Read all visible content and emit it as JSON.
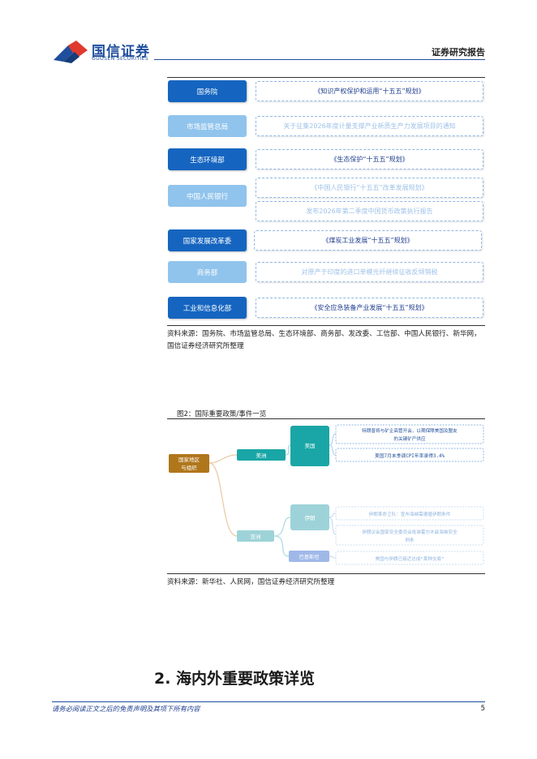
{
  "header": {
    "logo_cn": "国信证券",
    "logo_en": "GUOSEN SECURITIES",
    "report_type": "证券研究报告"
  },
  "colors": {
    "brand": "#1f4e9c",
    "dept_dark": "#1565c0",
    "dept_light": "#90c4ec",
    "mind_root": "#b0761c",
    "mind_branch": "#1aa6a6"
  },
  "policy_table": {
    "rows": [
      {
        "dept": "国务院",
        "dept_style": "dark",
        "policies": [
          {
            "text": "《知识产权保护和运用“十五五”规划》",
            "style": "dark"
          }
        ]
      },
      {
        "dept": "市场监管总局",
        "dept_style": "light",
        "policies": [
          {
            "text": "关于征集2026年度计量支撑产业新质生产力发展项目的通知",
            "style": "light"
          }
        ]
      },
      {
        "dept": "生态环境部",
        "dept_style": "dark",
        "policies": [
          {
            "text": "《生态保护“十五五”规划》",
            "style": "dark"
          }
        ]
      },
      {
        "dept": "中国人民银行",
        "dept_style": "light",
        "policies": [
          {
            "text": "《中国人民银行“十五五”改革发展规划》",
            "style": "light"
          },
          {
            "text": "发布2026年第二季度中国货币政策执行报告",
            "style": "light"
          }
        ]
      },
      {
        "dept": "国家发展改革委",
        "dept_style": "dark",
        "policies": [
          {
            "text": "《煤炭工业发展“十五五”规划》",
            "style": "dark"
          }
        ]
      },
      {
        "dept": "商务部",
        "dept_style": "light",
        "policies": [
          {
            "text": "对原产于印度的进口单模光纤继续征收反倾销税",
            "style": "light"
          }
        ]
      },
      {
        "dept": "工业和信息化部",
        "dept_style": "dark",
        "policies": [
          {
            "text": "《安全应急装备产业发展“十五五”规划》",
            "style": "dark"
          }
        ]
      }
    ],
    "source": "资料来源：国务院、市场监管总局、生态环境部、商务部、发改委、工信部、中国人民银行、新华网，国信证券经济研究所整理"
  },
  "figure2": {
    "title": "图2：国际重要政策/事件一览",
    "root": [
      "国家地区",
      "与组织"
    ],
    "branches": [
      {
        "label": "美洲",
        "children": [
          {
            "label": "美国",
            "leaves": [
              [
                "特朗普将与矿企高管开会，以期保障美国及盟友",
                "的关键矿产供应"
              ],
              [
                "美国7月末季调CPI年率录得3.4%"
              ]
            ]
          }
        ]
      },
      {
        "label": "亚洲",
        "children": [
          {
            "label": "伊朗",
            "leaves": [
              [
                "伊朗革命卫队：宣布海峡需遵循伊朗条件"
              ],
              [
                "伊朗议会国家安全委员会批准霍尔木兹海峡安全",
                "例条"
              ]
            ]
          },
          {
            "label": "巴基斯坦",
            "leaves": [
              [
                "美国与伊朗已接近达成“某种交易”"
              ]
            ]
          }
        ]
      }
    ],
    "source": "资料来源：新华社、人民网，国信证券经济研究所整理"
  },
  "section_heading": "2. 海内外重要政策详览",
  "footer": {
    "disclaimer": "请务必阅读正文之后的免责声明及其项下所有内容",
    "page_number": "5"
  }
}
